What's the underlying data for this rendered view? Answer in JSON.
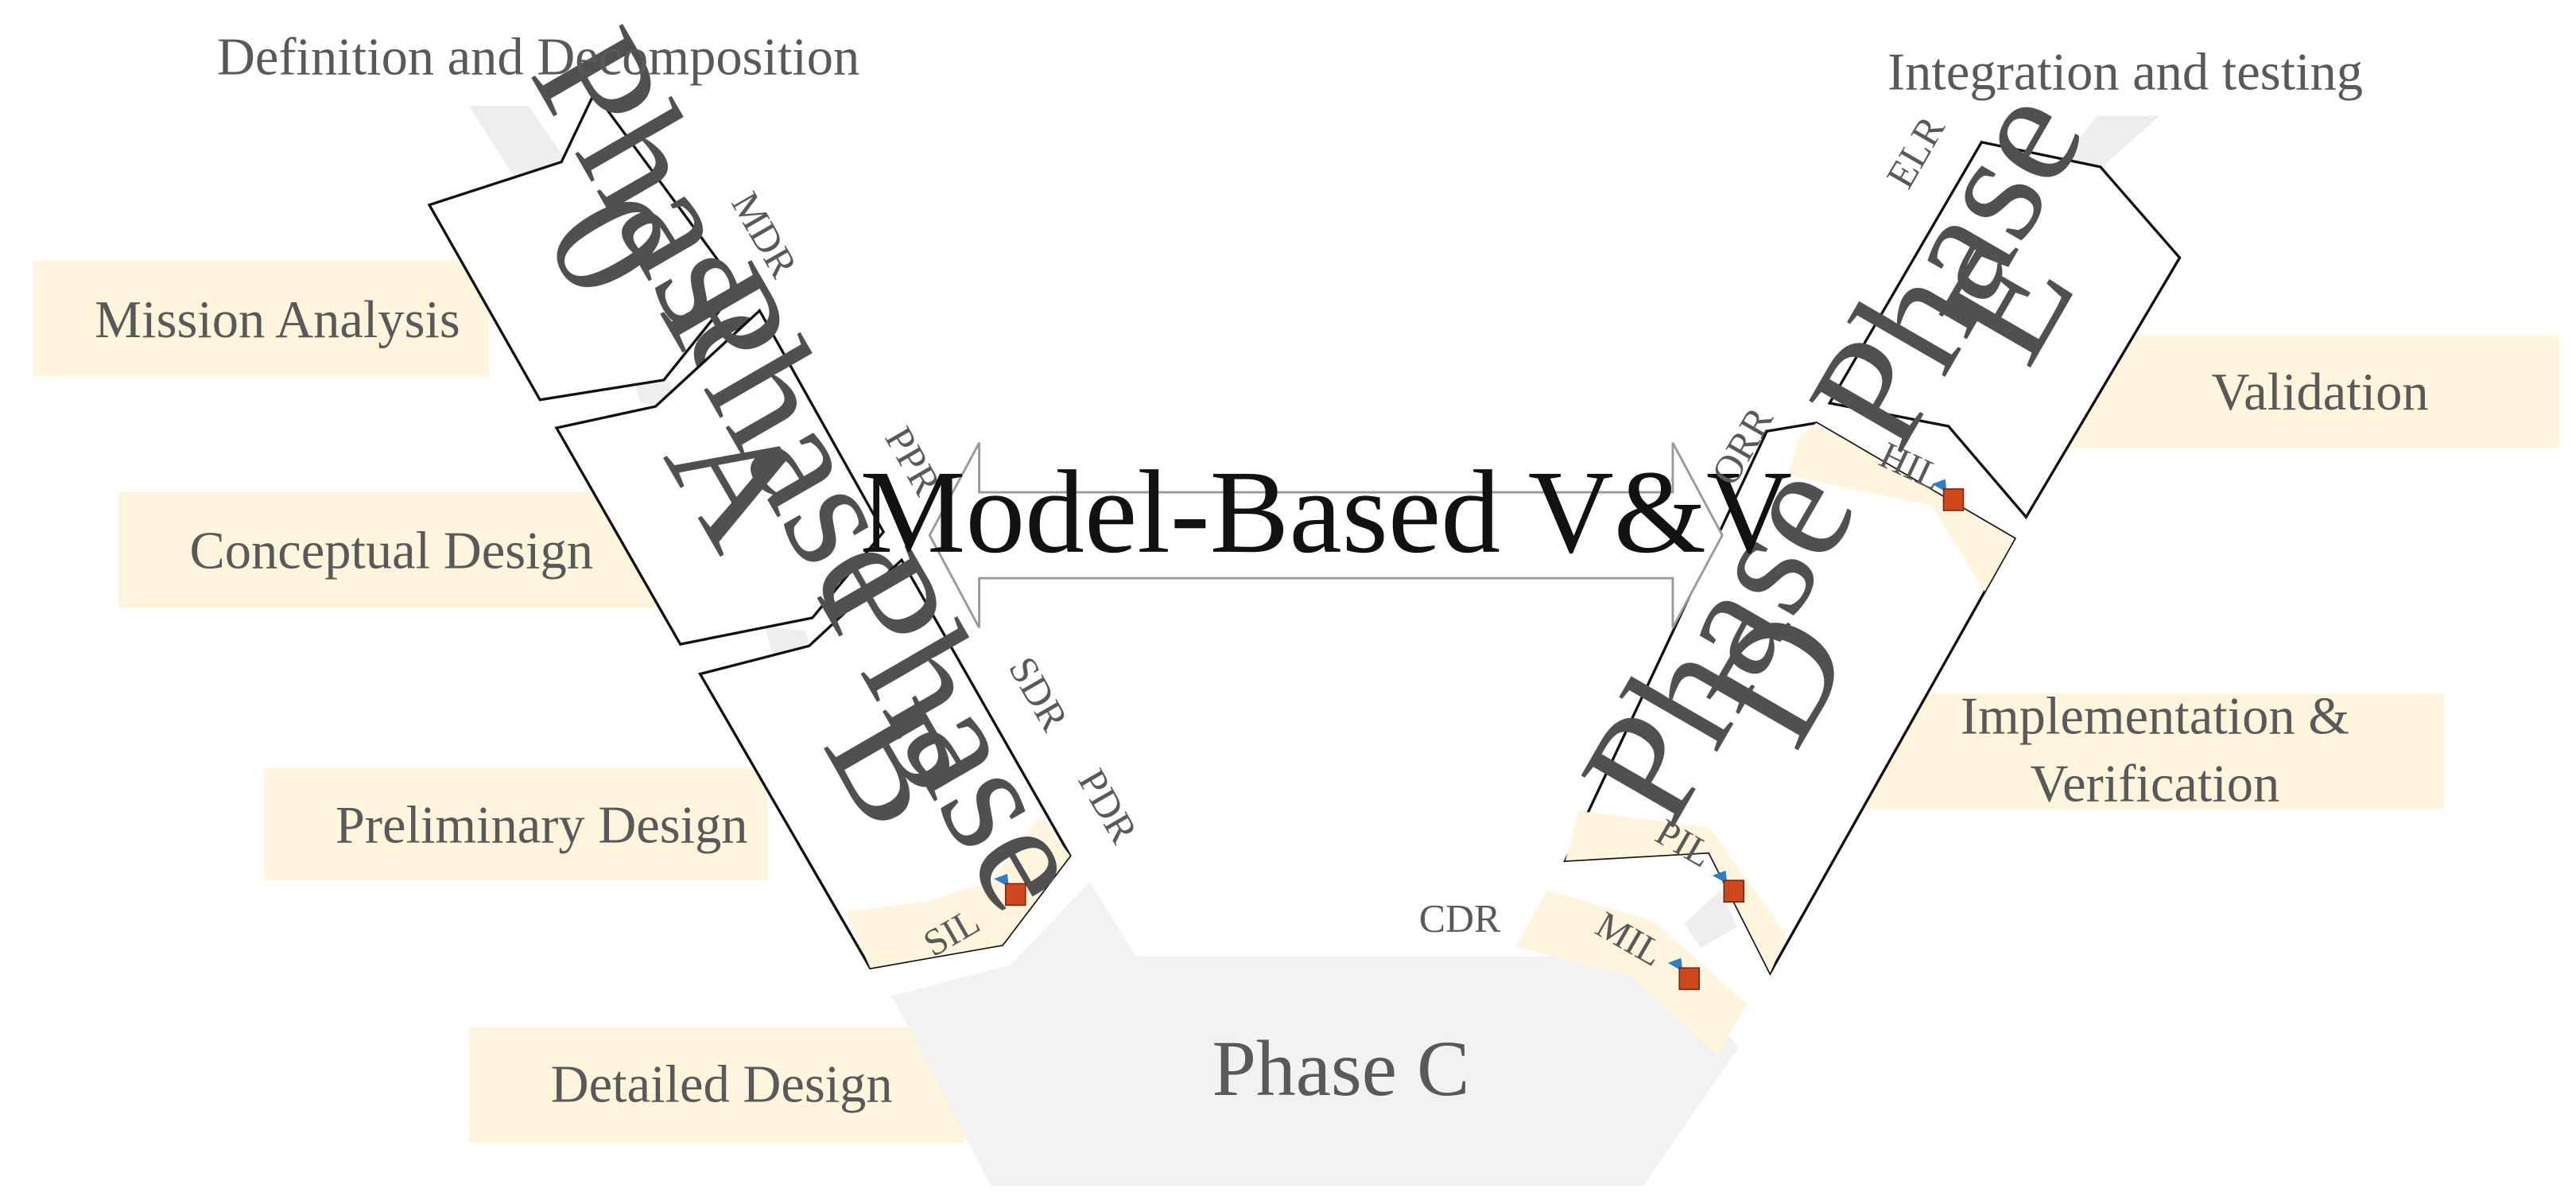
{
  "colors": {
    "stage_band": "#fff4dc",
    "phase_c_fill": "#f2f2f2",
    "phase_border": "#111111",
    "text": "#595959",
    "connector": "#eeeeee"
  },
  "headings": {
    "left": "Definition and Decomposition",
    "right": "Integration and testing"
  },
  "stages": {
    "mission_analysis": "Mission Analysis",
    "conceptual_design": "Conceptual Design",
    "preliminary_design": "Preliminary Design",
    "detailed_design": "Detailed Design",
    "validation": "Validation",
    "implementation_line1": "Implementation &",
    "implementation_line2": "Verification"
  },
  "phases": {
    "phase0": {
      "word": "Phase",
      "letter": "0"
    },
    "phaseA": {
      "word": "Phase",
      "letter": "A"
    },
    "phaseB": {
      "word": "Phase",
      "letter": "B"
    },
    "phaseC": {
      "label": "Phase C"
    },
    "phaseD": {
      "word": "Phase",
      "letter": "D"
    },
    "phaseE": {
      "word": "Phase",
      "letter": "E"
    }
  },
  "reviews": {
    "mdr": "MDR",
    "ppr": "PPR",
    "sdr": "SDR",
    "pdr": "PDR",
    "cdr": "CDR",
    "orr": "ORR",
    "elr": "ELR"
  },
  "simulations": {
    "sil": "SIL",
    "mil": "MIL",
    "pil": "PIL",
    "hil": "HIL"
  },
  "center_arrow": {
    "label": "Model-Based V&V",
    "icon": "double-arrow-icon"
  },
  "icons": [
    "simulink-block-icon"
  ]
}
